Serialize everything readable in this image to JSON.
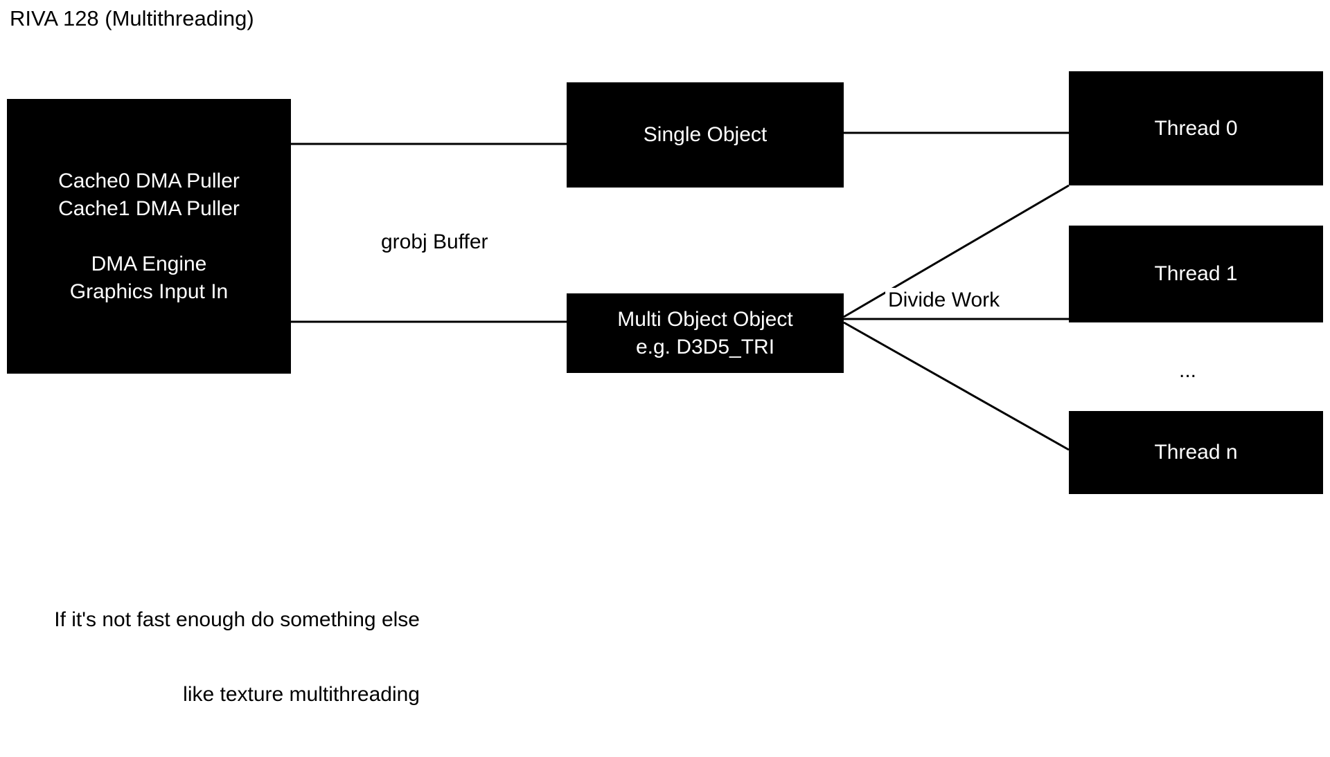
{
  "slide": {
    "title": "RIVA 128 (Multithreading)",
    "background_color": "#ffffff",
    "node_fill_color": "#000000",
    "node_text_color": "#ffffff",
    "line_color": "#000000"
  },
  "nodes": {
    "graphics_input": {
      "line1": "Cache0 DMA Puller",
      "line2": "Cache1 DMA Puller",
      "line3": "DMA Engine",
      "line4": "Graphics Input In"
    },
    "single_object": {
      "line1": "Single Object"
    },
    "multi_object": {
      "line1": "Multi Object Object",
      "line2": "e.g. D3D5_TRI"
    },
    "thread_0": {
      "label": "Thread 0"
    },
    "thread_1": {
      "label": "Thread 1"
    },
    "thread_n": {
      "label": "Thread n"
    }
  },
  "labels": {
    "grobj_buffer": "grobj Buffer",
    "divide_work": "Divide Work",
    "ellipsis": "..."
  },
  "bottom_note": {
    "line1": "If it's not fast enough do something else",
    "line2": "like texture multithreading"
  }
}
